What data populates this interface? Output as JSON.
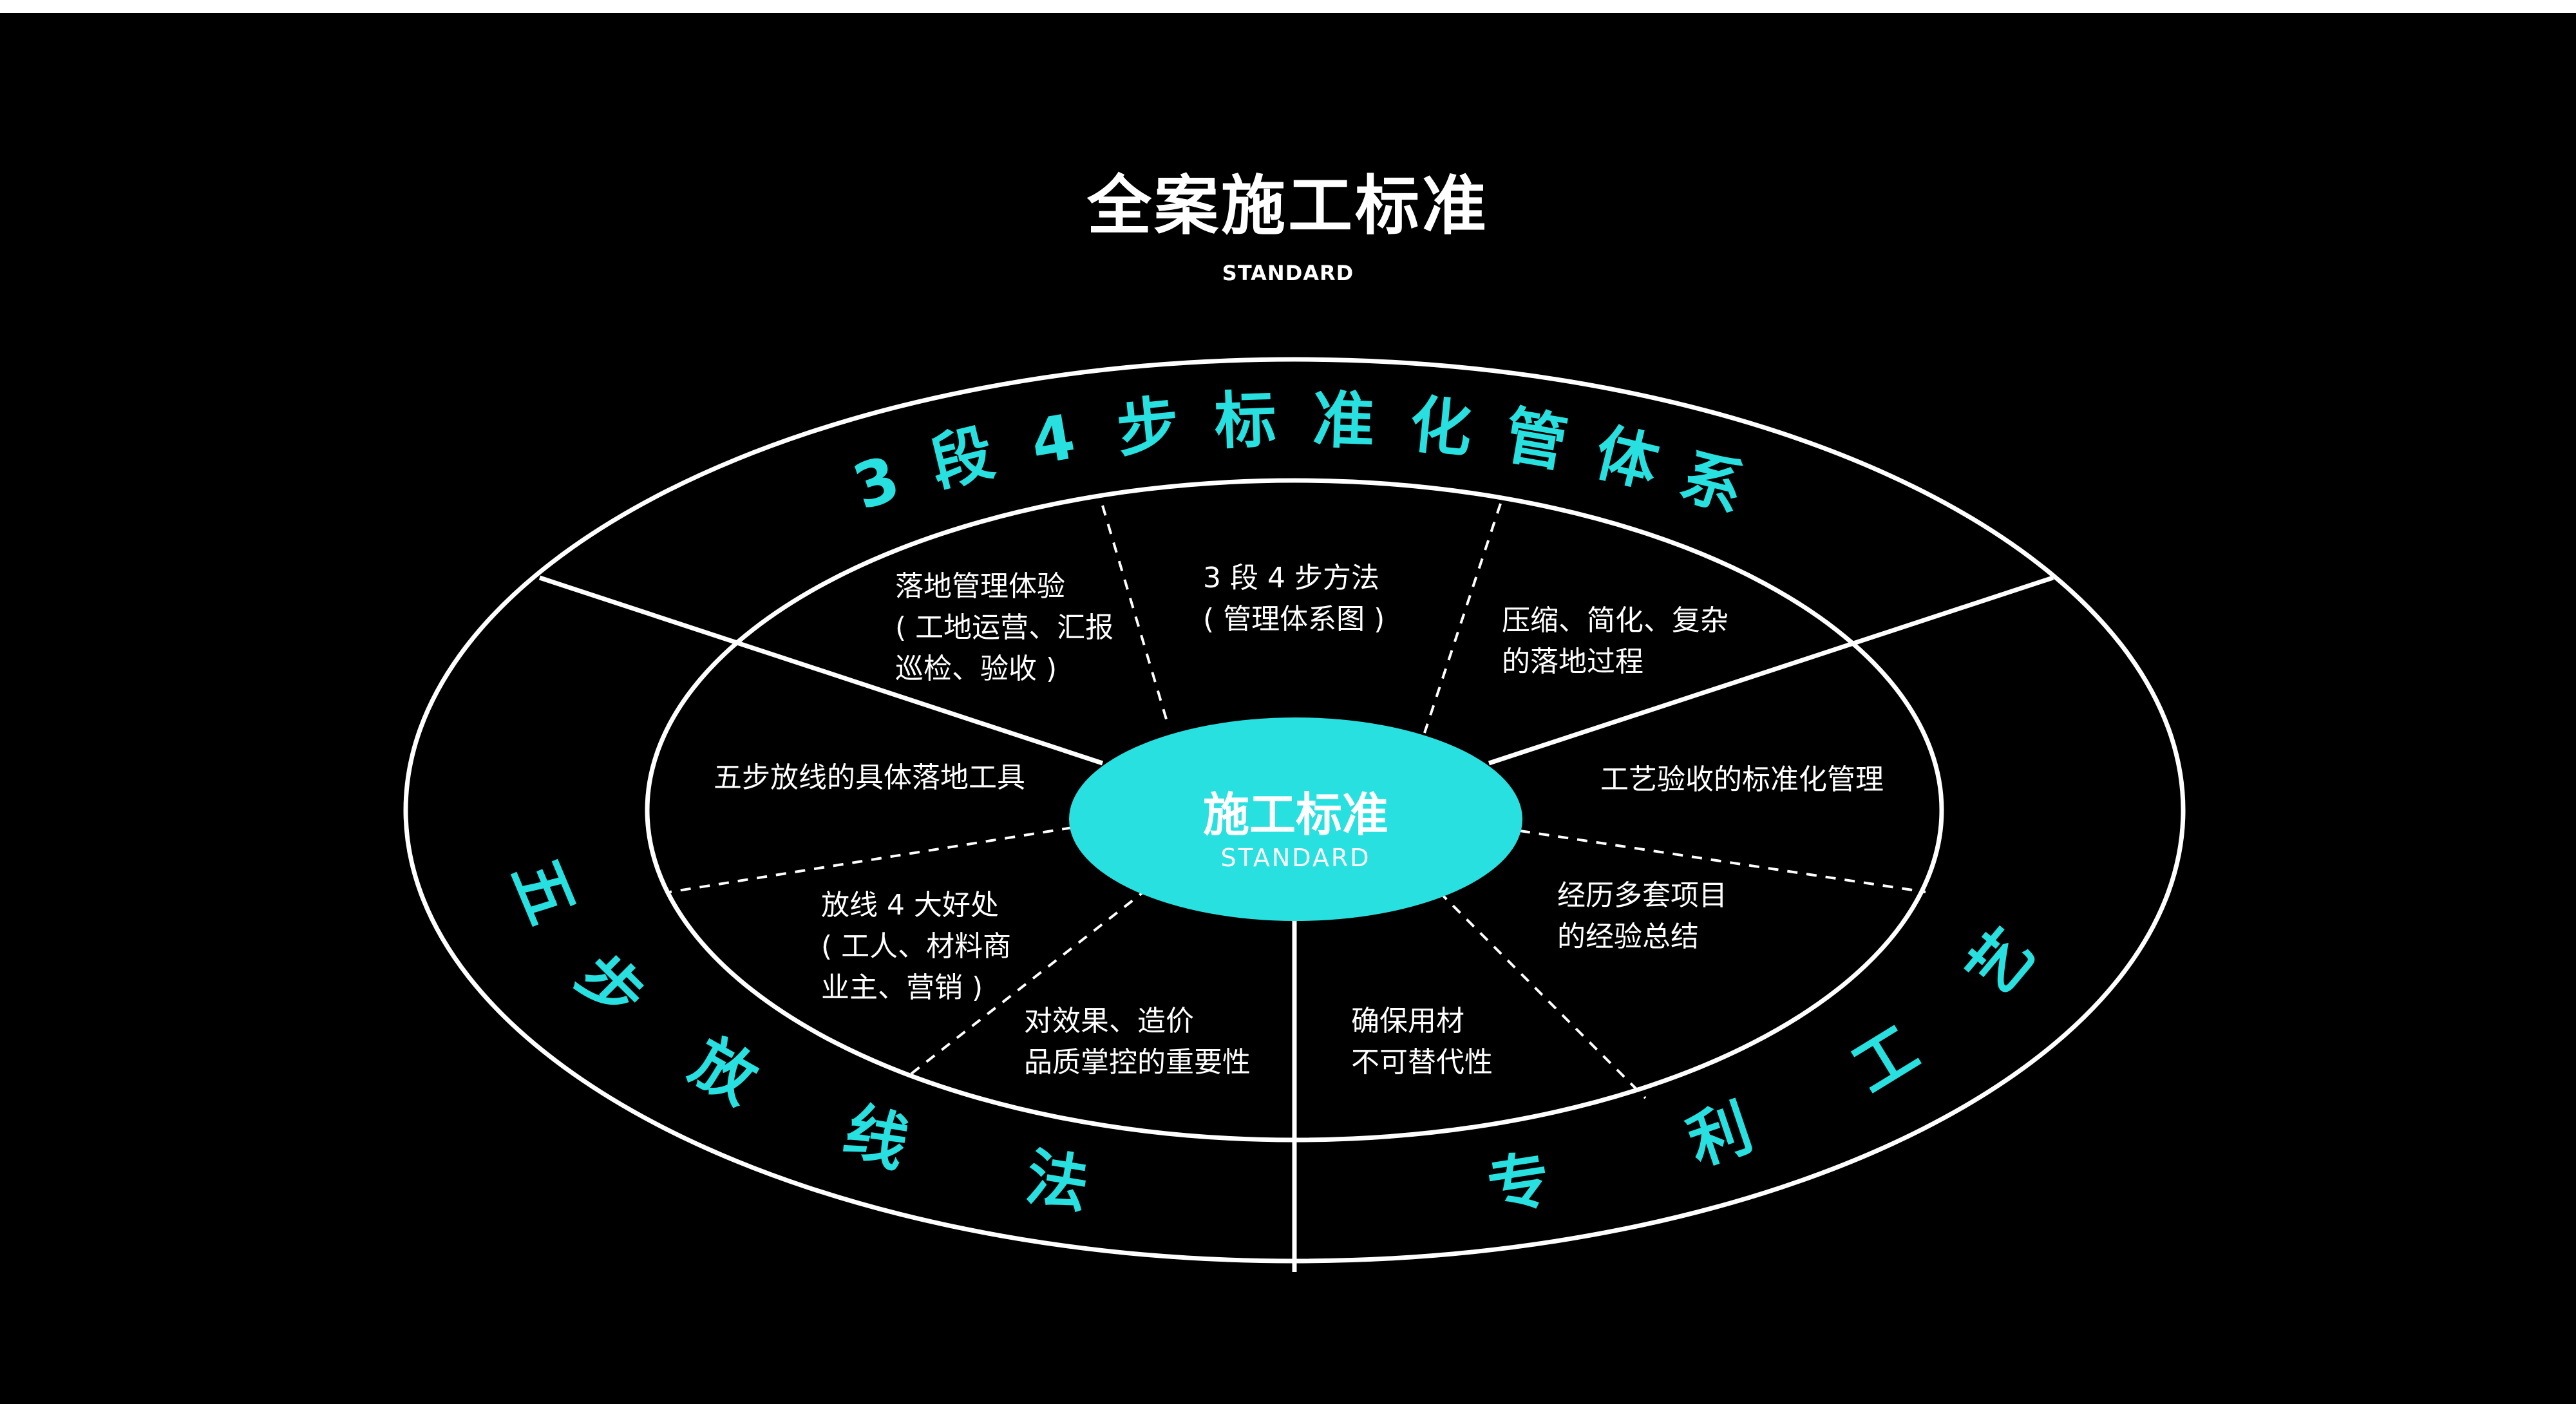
{
  "header": {
    "title": "全案施工标准",
    "subtitle": "STANDARD"
  },
  "colors": {
    "accent": "#29e0e0",
    "background": "#000000",
    "line": "#ffffff"
  },
  "center": {
    "title": "施工标准",
    "subtitle": "STANDARD"
  },
  "outer_ring": {
    "top": "3段4步标准化管体系",
    "left": "五步放线法",
    "right": "专利工艺"
  },
  "segments": [
    {
      "lines": [
        "落地管理体验",
        "( 工地运营、汇报",
        "巡检、验收 )"
      ]
    },
    {
      "lines": [
        "3 段 4 步方法",
        "( 管理体系图 )"
      ]
    },
    {
      "lines": [
        "压缩、简化、复杂",
        "的落地过程"
      ]
    },
    {
      "lines": [
        "五步放线的具体落地工具"
      ]
    },
    {
      "lines": [
        "工艺验收的标准化管理"
      ]
    },
    {
      "lines": [
        "放线 4 大好处",
        "( 工人、材料商",
        "业主、营销 )"
      ]
    },
    {
      "lines": [
        "对效果、造价",
        "品质掌控的重要性"
      ]
    },
    {
      "lines": [
        "确保用材",
        "不可替代性"
      ]
    },
    {
      "lines": [
        "经历多套项目",
        "的经验总结"
      ]
    }
  ]
}
